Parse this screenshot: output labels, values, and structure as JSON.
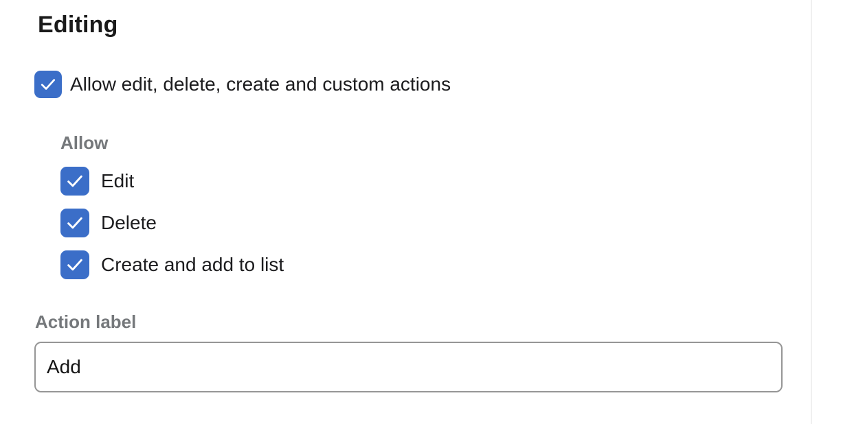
{
  "section": {
    "title": "Editing"
  },
  "main_toggle": {
    "label": "Allow edit, delete, create and custom actions",
    "checked": true
  },
  "allow_group": {
    "label": "Allow",
    "options": [
      {
        "label": "Edit",
        "checked": true
      },
      {
        "label": "Delete",
        "checked": true
      },
      {
        "label": "Create and add to list",
        "checked": true
      }
    ]
  },
  "action_label_field": {
    "label": "Action label",
    "value": "Add"
  },
  "icons": {
    "checkmark": "check-icon"
  },
  "colors": {
    "checkbox_blue": "#3B6EC8",
    "checkmark_white": "#FFFFFF",
    "text_dark": "#1C1C1E",
    "label_gray": "#75787B",
    "input_border": "#969696",
    "divider": "#F0F0F0"
  }
}
